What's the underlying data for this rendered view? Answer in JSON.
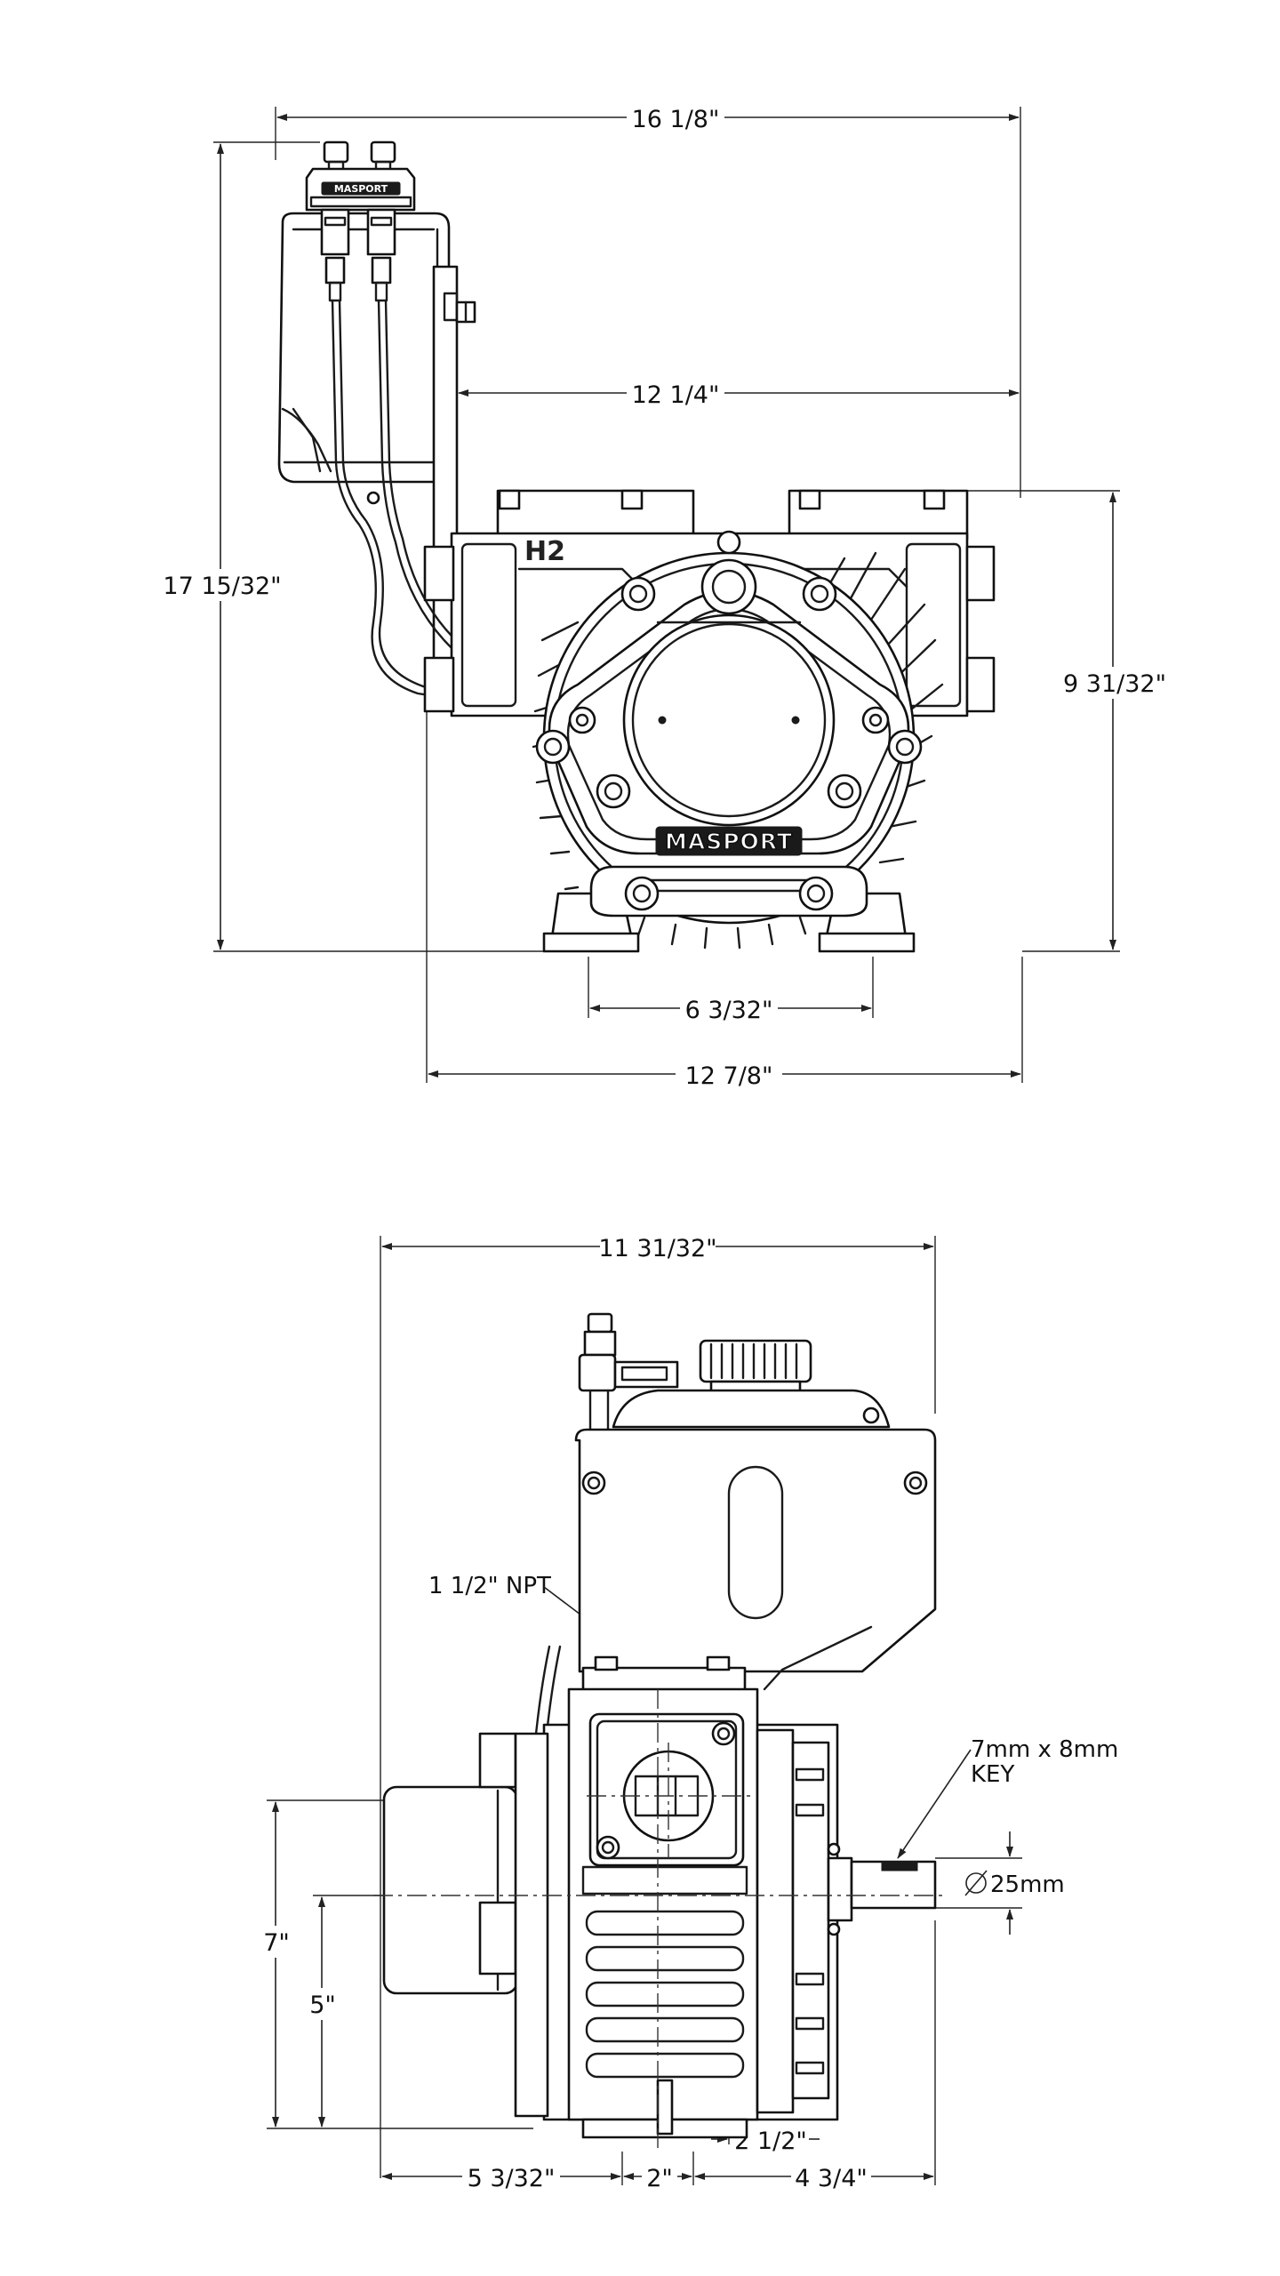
{
  "front_view": {
    "model_label": "H2",
    "brand_label": "MASPORT",
    "dimensions": {
      "overall_width": "16 1/8\"",
      "tank_offset_width": "12 1/4\"",
      "overall_height": "17 15/32\"",
      "pump_height": "9 31/32\"",
      "foot_spacing": "6 3/32\"",
      "base_width": "12 7/8\""
    }
  },
  "side_view": {
    "dimensions": {
      "overall_width": "11 31/32\"",
      "port_thread": "1 1/2\" NPT",
      "key_size_line1": "7mm x 8mm",
      "key_size_line2": "KEY",
      "shaft_diameter": "25mm",
      "shaft_height": "7\"",
      "inlet_height": "5\"",
      "left_offset": "5 3/32\"",
      "center_width": "2\"",
      "right_offset": "4 3/4\"",
      "shaft_offset": "2 1/2\""
    }
  }
}
